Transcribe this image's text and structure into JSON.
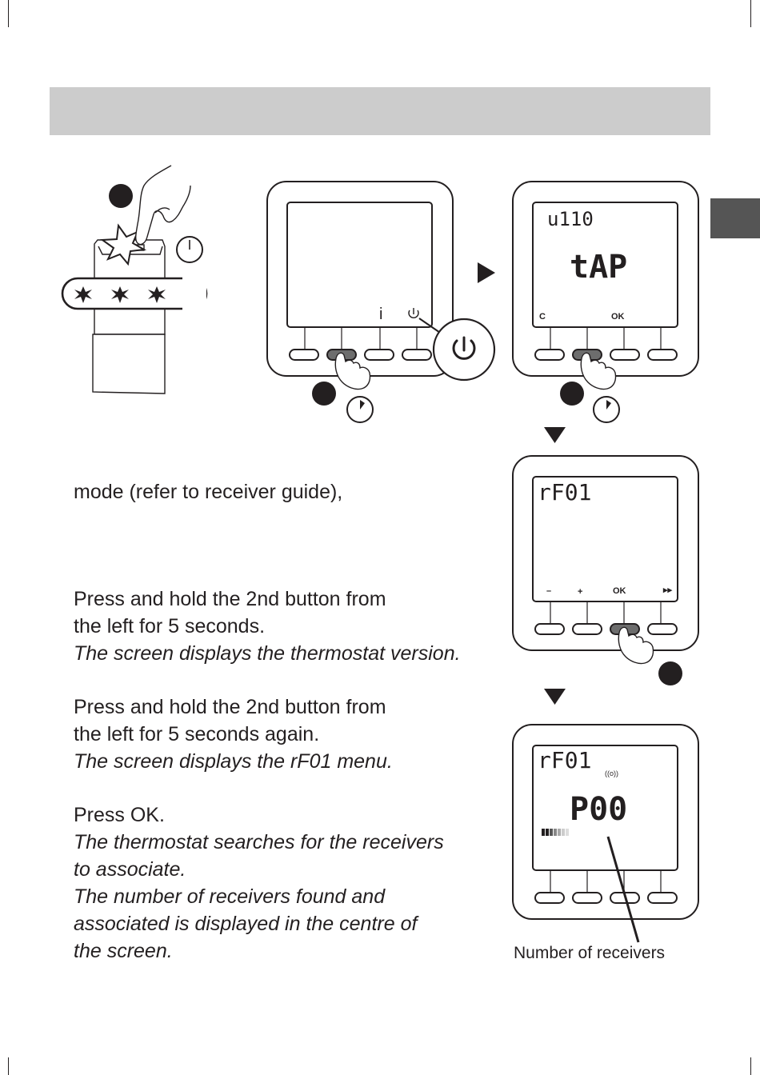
{
  "side_tab_color": "#555555",
  "header_band_color": "#cccccc",
  "thermostat_1": {
    "info_icon": "i",
    "power_icon": "power-icon"
  },
  "thermostat_2": {
    "lcd_top": "u110",
    "lcd_main": "tAP",
    "buttons": [
      "C",
      "",
      "OK",
      ""
    ]
  },
  "thermostat_3": {
    "lcd_top": "rF01",
    "buttons": [
      "–",
      "+",
      "OK",
      "▸▸"
    ]
  },
  "thermostat_4": {
    "lcd_top": "rF01",
    "lcd_main": "P00",
    "signal_icon": "((o))"
  },
  "instructions": {
    "intro_line": "mode (refer to receiver guide),",
    "step_hold_1": [
      "Press and hold the 2nd button from",
      "the left for 5 seconds."
    ],
    "step_hold_1_result": "The screen displays the thermostat version.",
    "step_hold_2": [
      "Press and hold the 2nd button from",
      "the left for 5 seconds again."
    ],
    "step_hold_2_result": "The screen displays the rF01 menu.",
    "step_ok": "Press OK.",
    "step_ok_result": [
      "The thermostat searches for the receivers",
      "to associate.",
      "The number of receivers found and",
      "associated is displayed in the centre of",
      "the screen."
    ]
  },
  "caption": "Number of receivers"
}
